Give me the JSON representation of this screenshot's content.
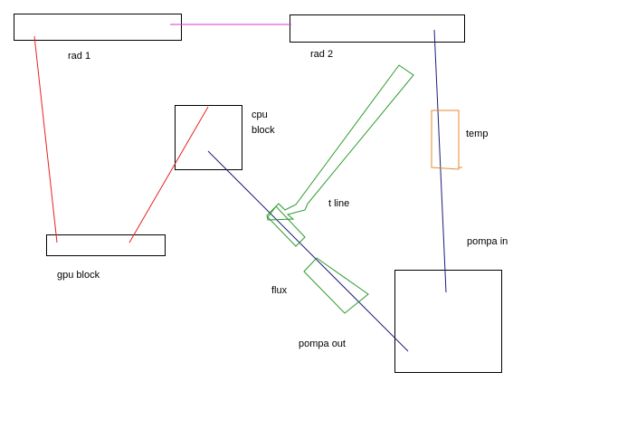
{
  "labels": {
    "rad1": "rad 1",
    "rad2": "rad 2",
    "cpu_block_line1": "cpu",
    "cpu_block_line2": "block",
    "gpu_block": "gpu block",
    "temp": "temp",
    "t_line": "t line",
    "pompa_in": "pompa in",
    "flux": "flux",
    "pompa_out": "pompa out"
  },
  "colors": {
    "box_stroke": "#000000",
    "red_line": "#e8211f",
    "magenta_line": "#d63ad6",
    "blue_line": "#1c1c7c",
    "green_outline": "#2b9a2b",
    "orange_outline": "#e58a2d"
  }
}
